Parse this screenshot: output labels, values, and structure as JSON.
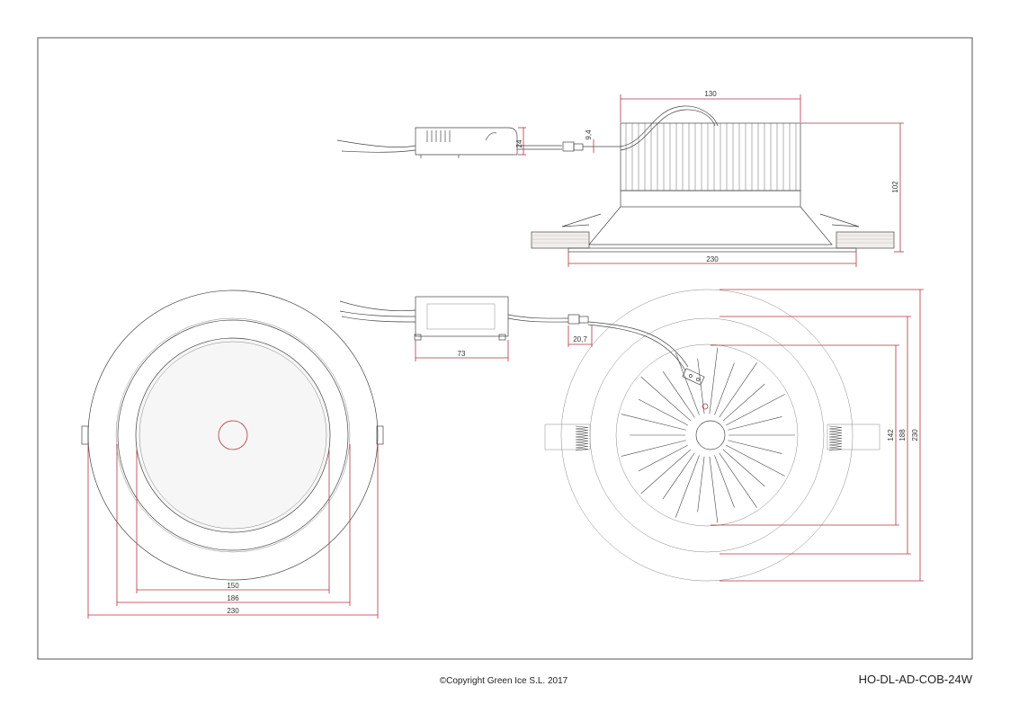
{
  "drawing": {
    "code": "HO-DL-AD-COB-24W",
    "copyright": "©Copyright Green Ice S.L. 2017",
    "side_view": {
      "dim_width": "130",
      "dim_height": "102",
      "dim_cutout": "230",
      "dim_driver_height": "24",
      "dim_connector": "9,4"
    },
    "driver_view": {
      "dim_length": "73",
      "dim_connector": "20,7"
    },
    "front_view": {
      "dim_inner": "150",
      "dim_mid": "186",
      "dim_outer": "230"
    },
    "back_view": {
      "dim_heatsink": "142",
      "dim_mid": "188",
      "dim_outer": "230"
    }
  }
}
